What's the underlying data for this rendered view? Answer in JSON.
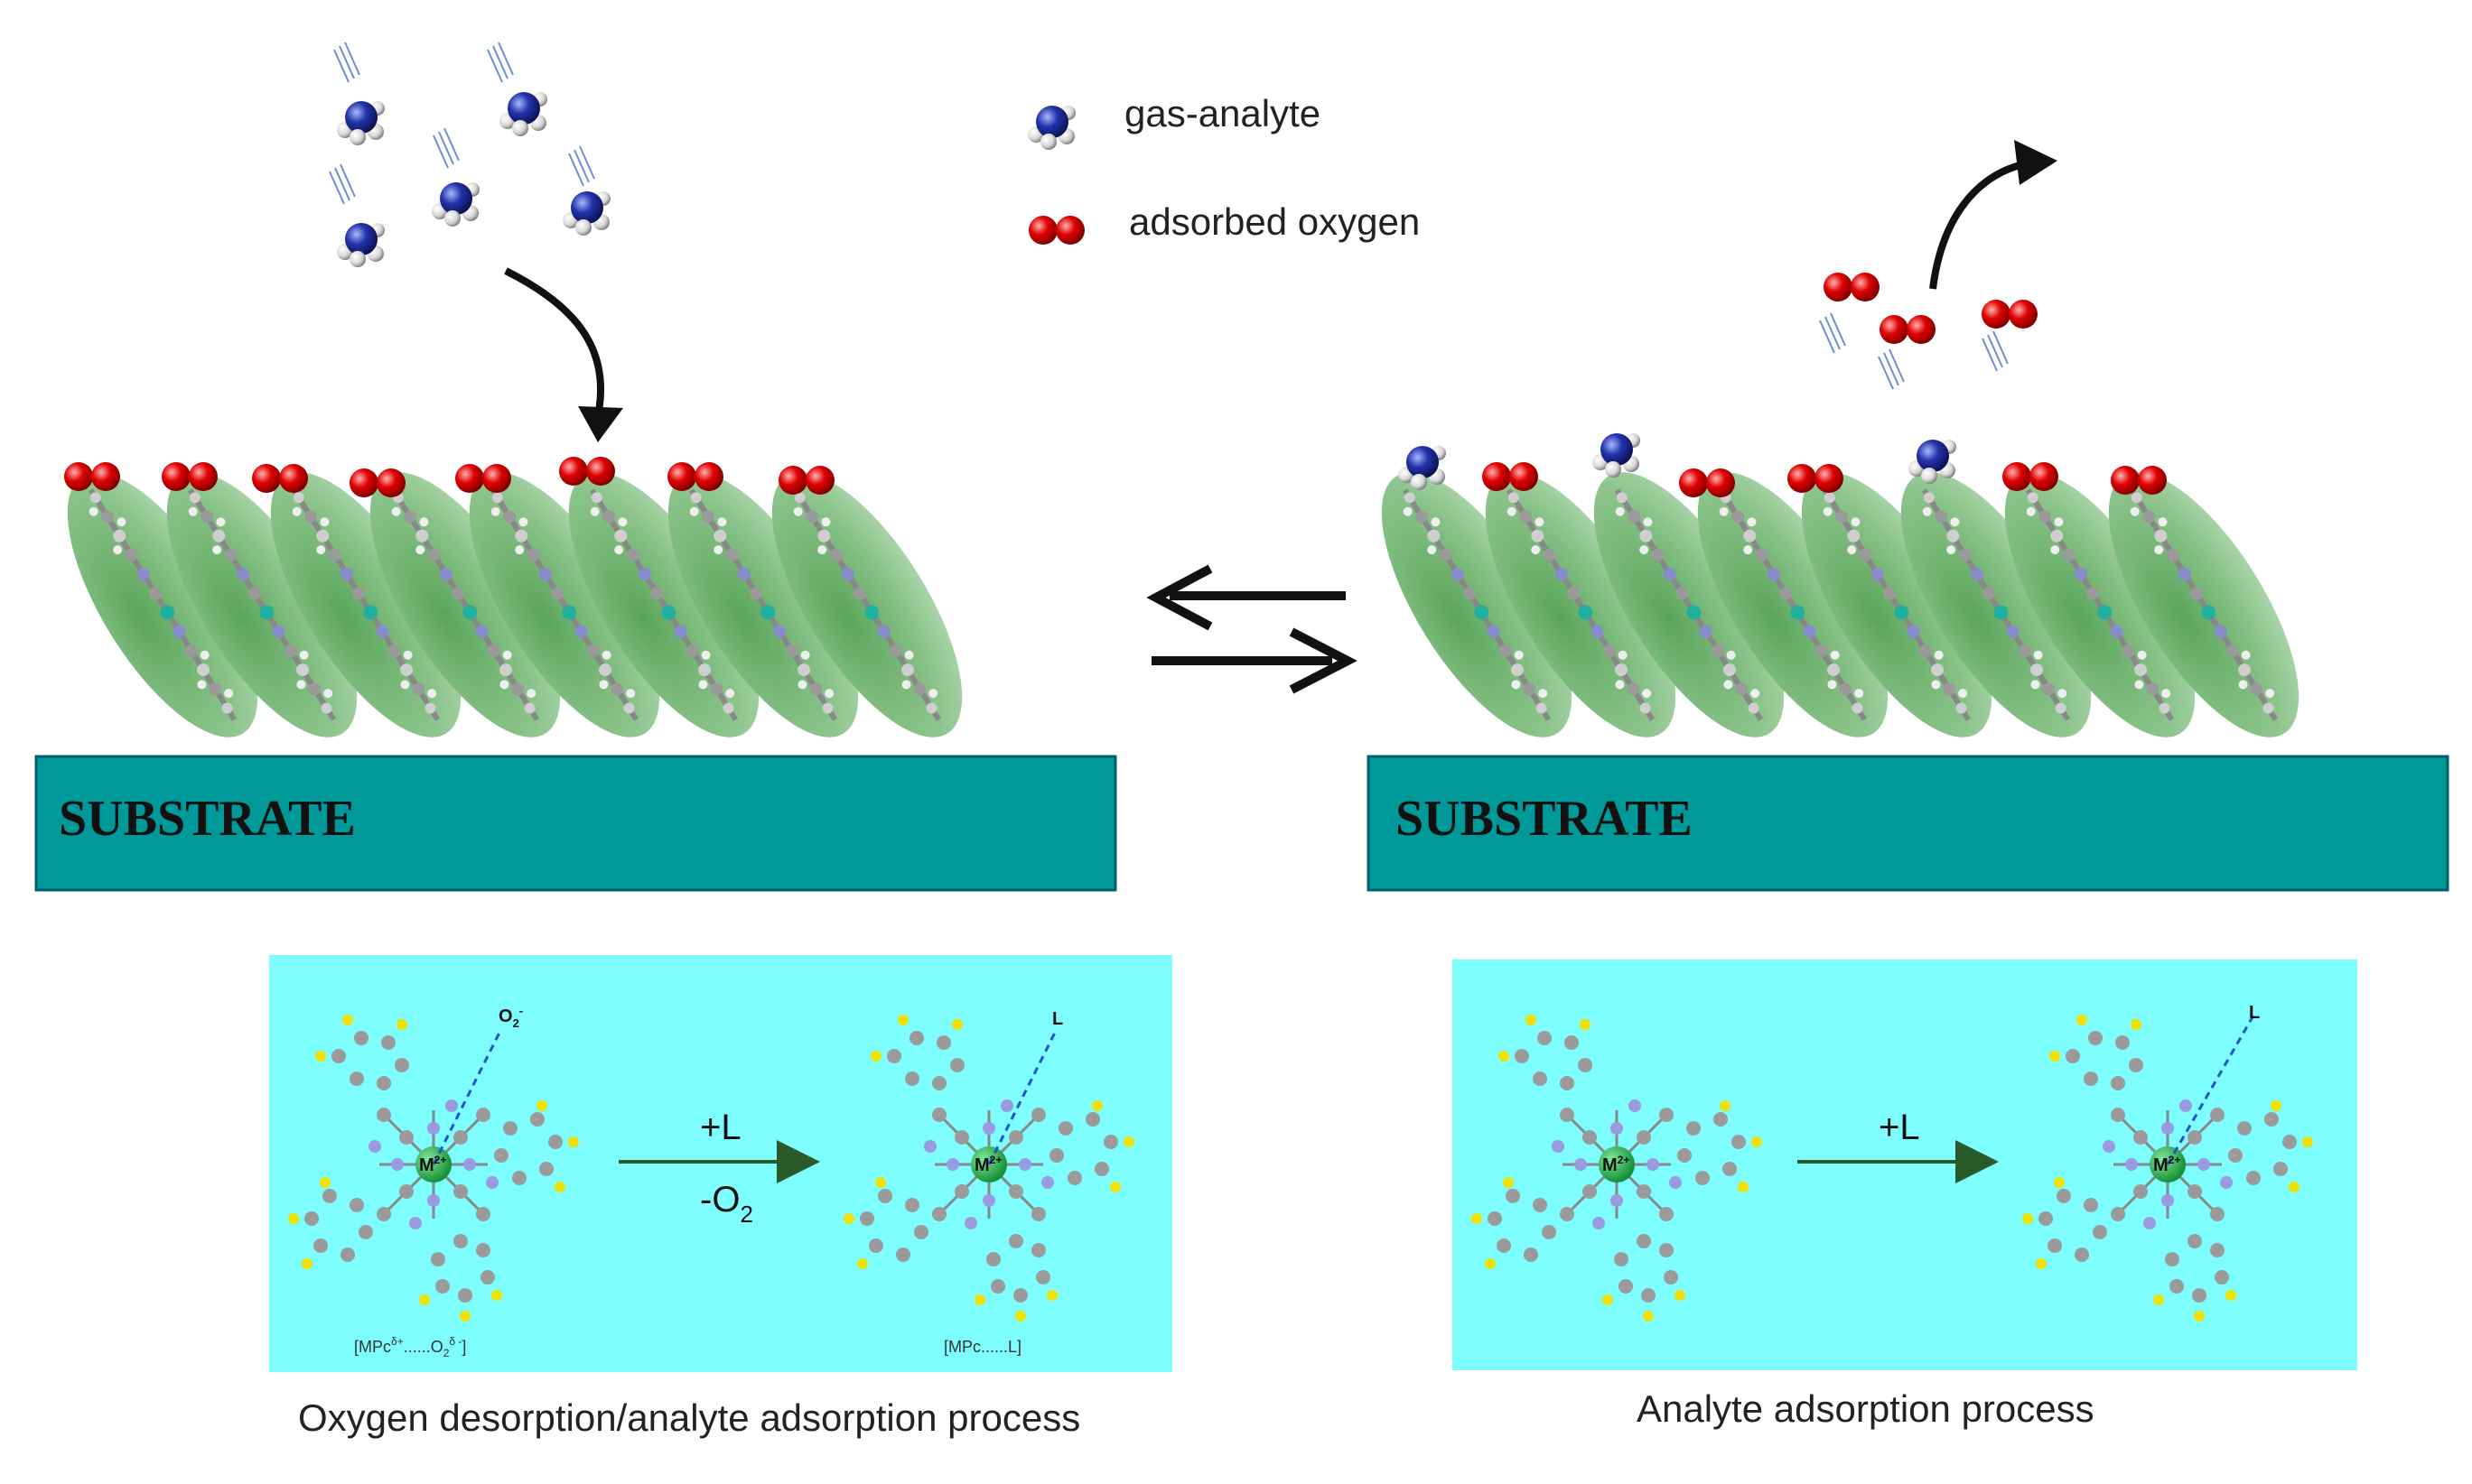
{
  "legend": {
    "gas_analyte": "gas-analyte",
    "adsorbed_oxygen": "adsorbed oxygen"
  },
  "substrate": {
    "left_label": "SUBSTRATE",
    "right_label": "SUBSTRATE"
  },
  "left_panel": {
    "ligand_label": "O",
    "ligand_sub": "2",
    "ligand_sup": "-",
    "metal_label": "M",
    "metal_sup": "2+",
    "reaction_top": "+L",
    "reaction_bottom": "-O",
    "reaction_bottom_sub": "2",
    "product_ligand": "L",
    "complex_before": "[MPc",
    "complex_before_sup": "δ+",
    "complex_dots": "......O",
    "complex_sub": "2",
    "complex_end_sup": "δ -",
    "complex_close": "]",
    "complex_after": "[MPc......L]",
    "caption": "Oxygen desorption/analyte adsorption  process"
  },
  "right_panel": {
    "metal_label": "M",
    "metal_sup": "2+",
    "reaction_top": "+L",
    "product_ligand": "L",
    "caption": "Analyte adsorption process"
  },
  "colors": {
    "substrate": "#009999",
    "panel": "#7dfdfd",
    "oxygen": "#e00000",
    "nitrogen": "#2233aa",
    "hydrogen": "#e8e8e8",
    "ellipse": "#5fa85f",
    "reaction_arrow": "#2a5a2a",
    "metal": "#22aa44"
  }
}
